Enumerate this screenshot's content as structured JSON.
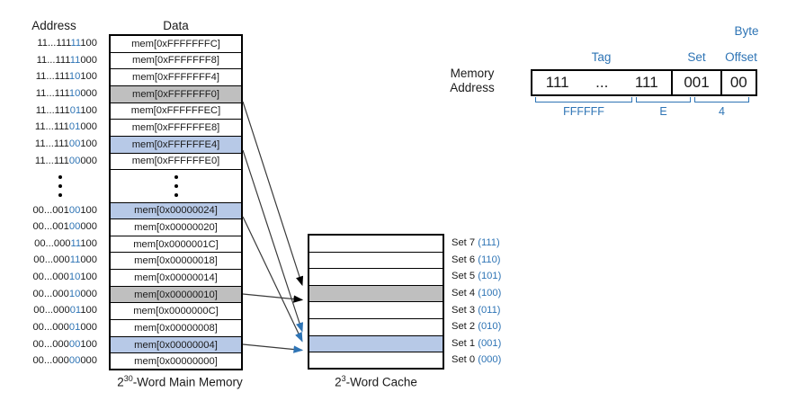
{
  "palette": {
    "blue_text": "#2E74B5",
    "row_blue": "#B7C9E7",
    "row_gray": "#BFBFBF",
    "arrow_line": "#3a3a3a",
    "arrow_black": "#000000",
    "arrow_blue": "#2E74B5"
  },
  "memory": {
    "col_header_address": "Address",
    "col_header_data": "Data",
    "rows": [
      {
        "addr_pre": "11...111",
        "addr_set": "11",
        "addr_suf": "100",
        "data": "mem[0xFFFFFFFC]",
        "highlight": "none"
      },
      {
        "addr_pre": "11...111",
        "addr_set": "11",
        "addr_suf": "000",
        "data": "mem[0xFFFFFFF8]",
        "highlight": "none"
      },
      {
        "addr_pre": "11...111",
        "addr_set": "10",
        "addr_suf": "100",
        "data": "mem[0xFFFFFFF4]",
        "highlight": "none"
      },
      {
        "addr_pre": "11...111",
        "addr_set": "10",
        "addr_suf": "000",
        "data": "mem[0xFFFFFFF0]",
        "highlight": "gray"
      },
      {
        "addr_pre": "11...111",
        "addr_set": "01",
        "addr_suf": "100",
        "data": "mem[0xFFFFFFEC]",
        "highlight": "none"
      },
      {
        "addr_pre": "11...111",
        "addr_set": "01",
        "addr_suf": "000",
        "data": "mem[0xFFFFFFE8]",
        "highlight": "none"
      },
      {
        "addr_pre": "11...111",
        "addr_set": "00",
        "addr_suf": "100",
        "data": "mem[0xFFFFFFE4]",
        "highlight": "blue"
      },
      {
        "addr_pre": "11...111",
        "addr_set": "00",
        "addr_suf": "000",
        "data": "mem[0xFFFFFFE0]",
        "highlight": "none"
      },
      {
        "addr_pre": "00...001",
        "addr_set": "00",
        "addr_suf": "100",
        "data": "mem[0x00000024]",
        "highlight": "blue"
      },
      {
        "addr_pre": "00...001",
        "addr_set": "00",
        "addr_suf": "000",
        "data": "mem[0x00000020]",
        "highlight": "none"
      },
      {
        "addr_pre": "00...000",
        "addr_set": "11",
        "addr_suf": "100",
        "data": "mem[0x0000001C]",
        "highlight": "none"
      },
      {
        "addr_pre": "00...000",
        "addr_set": "11",
        "addr_suf": "000",
        "data": "mem[0x00000018]",
        "highlight": "none"
      },
      {
        "addr_pre": "00...000",
        "addr_set": "10",
        "addr_suf": "100",
        "data": "mem[0x00000014]",
        "highlight": "none"
      },
      {
        "addr_pre": "00...000",
        "addr_set": "10",
        "addr_suf": "000",
        "data": "mem[0x00000010]",
        "highlight": "gray"
      },
      {
        "addr_pre": "00...000",
        "addr_set": "01",
        "addr_suf": "100",
        "data": "mem[0x0000000C]",
        "highlight": "none"
      },
      {
        "addr_pre": "00...000",
        "addr_set": "01",
        "addr_suf": "000",
        "data": "mem[0x00000008]",
        "highlight": "none"
      },
      {
        "addr_pre": "00...000",
        "addr_set": "00",
        "addr_suf": "100",
        "data": "mem[0x00000004]",
        "highlight": "blue"
      },
      {
        "addr_pre": "00...000",
        "addr_set": "00",
        "addr_suf": "000",
        "data": "mem[0x00000000]",
        "highlight": "none"
      }
    ],
    "dots_after_row": 8,
    "caption": {
      "base": "2",
      "sup": "30",
      "rest": "-Word Main Memory"
    }
  },
  "cache": {
    "sets": [
      {
        "label": "Set 7 ",
        "bits": "(111)",
        "highlight": "none"
      },
      {
        "label": "Set 6 ",
        "bits": "(110)",
        "highlight": "none"
      },
      {
        "label": "Set 5 ",
        "bits": "(101)",
        "highlight": "none"
      },
      {
        "label": "Set 4 ",
        "bits": "(100)",
        "highlight": "gray"
      },
      {
        "label": "Set 3 ",
        "bits": "(011)",
        "highlight": "none"
      },
      {
        "label": "Set 2 ",
        "bits": "(010)",
        "highlight": "none"
      },
      {
        "label": "Set 1 ",
        "bits": "(001)",
        "highlight": "blue"
      },
      {
        "label": "Set 0 ",
        "bits": "(000)",
        "highlight": "none"
      }
    ],
    "caption": {
      "base": "2",
      "sup": "3",
      "rest": "-Word Cache"
    }
  },
  "arrows": [
    {
      "from": "mem[0xFFFFFFF0]",
      "to": "Set 4 (100)",
      "color": "black"
    },
    {
      "from": "mem[0xFFFFFFE4]",
      "to": "Set 1 (001)",
      "color": "blue"
    },
    {
      "from": "mem[0x00000024]",
      "to": "Set 1 (001)",
      "color": "blue"
    },
    {
      "from": "mem[0x00000010]",
      "to": "Set 4 (100)",
      "color": "black"
    },
    {
      "from": "mem[0x00000004]",
      "to": "Set 1 (001)",
      "color": "blue"
    }
  ],
  "address_fields": {
    "label_line1": "Memory",
    "label_line2": "Address",
    "byte_label": "Byte",
    "tag_label": "Tag",
    "set_label": "Set",
    "offset_label": "Offset",
    "tag_left": "111",
    "tag_dots": "...",
    "tag_right": "111",
    "set_value": "001",
    "offset_value": "00",
    "hex_tag": "FFFFFF",
    "hex_mid": "E",
    "hex_low": "4"
  }
}
